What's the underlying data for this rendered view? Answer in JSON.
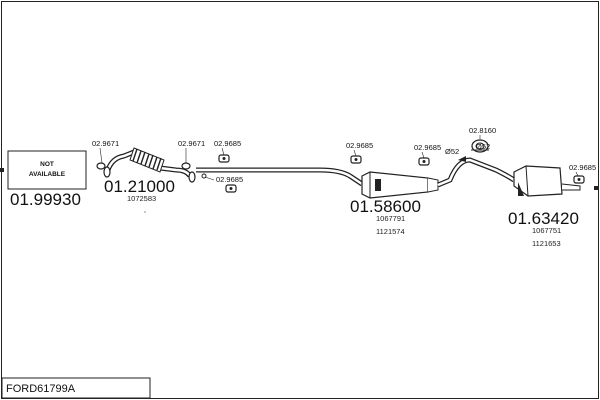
{
  "diagram_code": "FORD61799A",
  "front_part": {
    "number": "01.99930",
    "box_line1": "NOT",
    "box_line2": "AVAILABLE"
  },
  "front_pipe": {
    "number": "01.21000",
    "oe_refs": [
      "1072583"
    ]
  },
  "middle_silencer": {
    "number": "01.58600",
    "oe_refs": [
      "1067791",
      "1121574"
    ]
  },
  "rear_silencer": {
    "number": "01.63420",
    "oe_refs": [
      "1067751",
      "1121653"
    ]
  },
  "fittings": {
    "f1": "02.9671",
    "f2": "02.9671",
    "f3": "02.9685",
    "f4": "02.9685",
    "f5": "02.9685",
    "f6": "02.9685",
    "f7": "02.8160",
    "f8": "02.9685"
  },
  "clamp_size": "Ø52"
}
